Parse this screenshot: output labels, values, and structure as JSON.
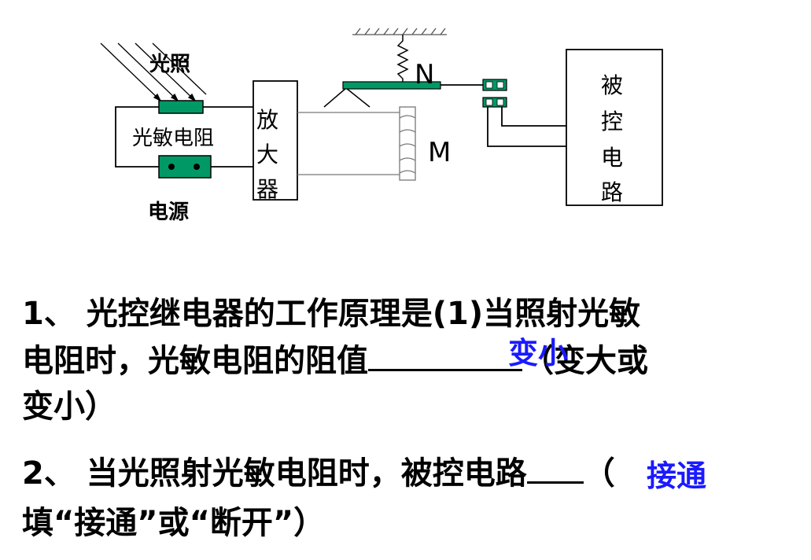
{
  "diagram": {
    "light_label": "光照",
    "photoresistor_label": "光敏电阻",
    "power_label": "电源",
    "amplifier_label": [
      "放",
      "大",
      "器"
    ],
    "armature_label": "N",
    "coil_label": "M",
    "controlled_circuit_label": [
      "被",
      "控",
      "电",
      "路"
    ]
  },
  "questions": {
    "q1_line1": "1、 光控继电器的工作原理是(1)当照射光敏",
    "q1_line2_prefix": "电阻时，光敏电阻的阻值",
    "q1_line2_suffix": "（变大或",
    "q1_line3": "变小）",
    "q1_answer": "变小",
    "q2_line1": "2、 当光照射光敏电阻时，被控电路",
    "q2_line1_suffix": "（",
    "q2_line2": "填“接通”或“断开”）",
    "q2_answer": "接通"
  },
  "colors": {
    "component_fill": "#009966",
    "answer_text": "#1a1aff"
  }
}
